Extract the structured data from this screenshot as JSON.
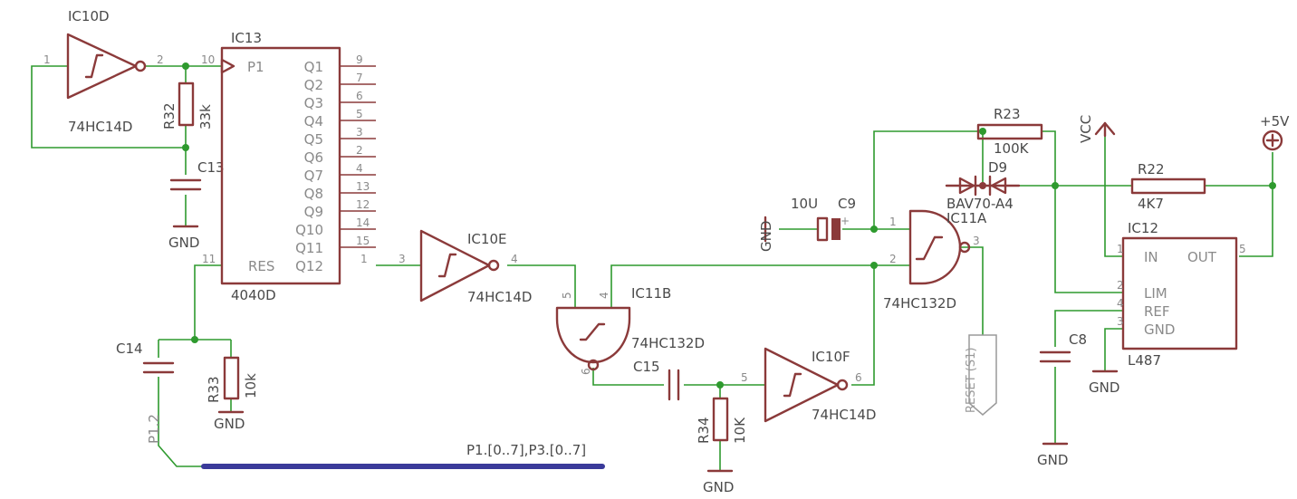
{
  "components": {
    "ic10d": {
      "ref": "IC10D",
      "value": "74HC14D",
      "pin_in": "1",
      "pin_out": "2"
    },
    "ic13": {
      "ref": "IC13",
      "value": "4040D",
      "pin_clk": "10",
      "clk": "P1",
      "res": "RES",
      "pin_res": "11",
      "outputs": [
        {
          "name": "Q1",
          "pin": "9"
        },
        {
          "name": "Q2",
          "pin": "7"
        },
        {
          "name": "Q3",
          "pin": "6"
        },
        {
          "name": "Q4",
          "pin": "5"
        },
        {
          "name": "Q5",
          "pin": "3"
        },
        {
          "name": "Q6",
          "pin": "2"
        },
        {
          "name": "Q7",
          "pin": "4"
        },
        {
          "name": "Q8",
          "pin": "13"
        },
        {
          "name": "Q9",
          "pin": "12"
        },
        {
          "name": "Q10",
          "pin": "14"
        },
        {
          "name": "Q11",
          "pin": "15"
        },
        {
          "name": "Q12",
          "pin": "1"
        }
      ]
    },
    "r32": {
      "ref": "R32",
      "value": "33k"
    },
    "c13": {
      "ref": "C13"
    },
    "c14": {
      "ref": "C14"
    },
    "r33": {
      "ref": "R33",
      "value": "10k"
    },
    "ic10e": {
      "ref": "IC10E",
      "value": "74HC14D",
      "pin_in": "3",
      "pin_out": "4"
    },
    "ic11b": {
      "ref": "IC11B",
      "value": "74HC132D",
      "pin_a": "5",
      "pin_b": "4",
      "pin_out": "6"
    },
    "c15": {
      "ref": "C15"
    },
    "r34": {
      "ref": "R34",
      "value": "10K"
    },
    "ic10f": {
      "ref": "IC10F",
      "value": "74HC14D",
      "pin_in": "5",
      "pin_out": "6"
    },
    "c9": {
      "ref": "C9",
      "value": "10U",
      "plus": "+"
    },
    "ic11a": {
      "ref": "IC11A",
      "value": "74HC132D",
      "pin_a": "1",
      "pin_b": "2",
      "pin_out": "3"
    },
    "r23": {
      "ref": "R23",
      "value": "100K"
    },
    "d9": {
      "ref": "D9",
      "value": "BAV70-A4"
    },
    "r22": {
      "ref": "R22",
      "value": "4K7"
    },
    "ic12": {
      "ref": "IC12",
      "value": "L487",
      "in": "IN",
      "out": "OUT",
      "lim": "LIM",
      "refpin": "REF",
      "gnd": "GND",
      "pin_in": "1",
      "pin_out": "5",
      "pin_lim": "2",
      "pin_ref": "4",
      "pin_gnd": "3"
    },
    "c8": {
      "ref": "C8"
    }
  },
  "power": {
    "gnd": "GND",
    "vcc": "VCC",
    "p5v": "+5V"
  },
  "nets": {
    "p12": "P1.2",
    "bus": "P1.[0..7],P3.[0..7]",
    "reset": "RESET (S1)"
  }
}
